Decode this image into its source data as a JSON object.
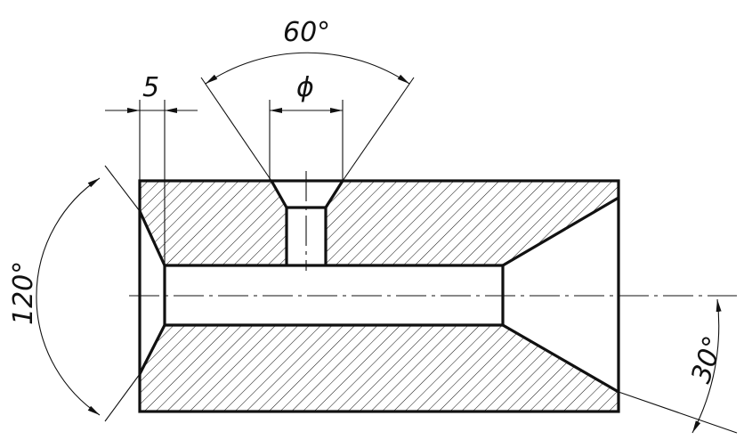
{
  "dimensions": {
    "chamfer_width": "5",
    "diameter": "ϕ",
    "countersink_angle": "60°",
    "left_countersink_angle": "120°",
    "right_taper_angle": "30°"
  },
  "colors": {
    "line": "#111111",
    "background": "#ffffff"
  }
}
